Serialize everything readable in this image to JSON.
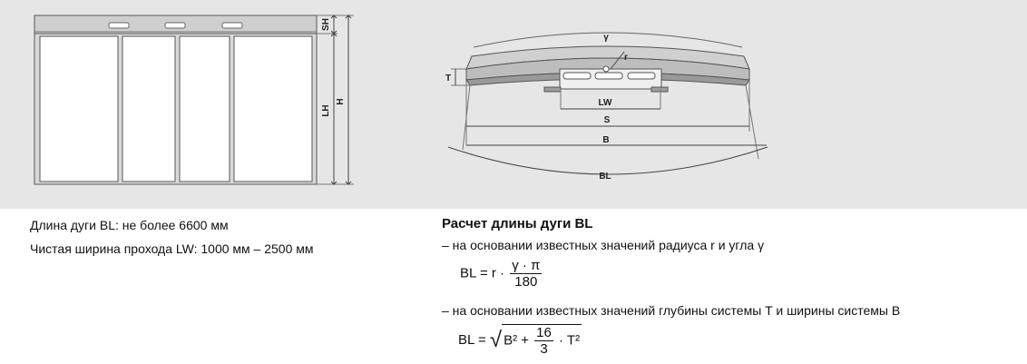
{
  "drawing": {
    "front_labels": {
      "sh": "SH",
      "lh": "LH",
      "h": "H"
    },
    "top_labels": {
      "gamma": "γ",
      "r": "r",
      "t": "T",
      "lw": "LW",
      "s": "S",
      "b": "B",
      "bl": "BL"
    }
  },
  "left_text": {
    "line1": "Длина дуги BL: не более 6600 мм",
    "line2": "Чистая ширина прохода LW: 1000 мм – 2500 мм"
  },
  "right_text": {
    "heading": "Расчет длины дуги BL",
    "bullet1": "– на основании известных значений радиуса r и угла γ",
    "formula1": {
      "lhs": "BL = r ·",
      "num": "γ · π",
      "den": "180"
    },
    "bullet2": "– на основании известных значений глубины системы T и ширины системы B",
    "formula2": {
      "lhs": "BL =",
      "radical": "√",
      "term1": "B² +",
      "num": "16",
      "den": "3",
      "term2": "· T²"
    }
  }
}
